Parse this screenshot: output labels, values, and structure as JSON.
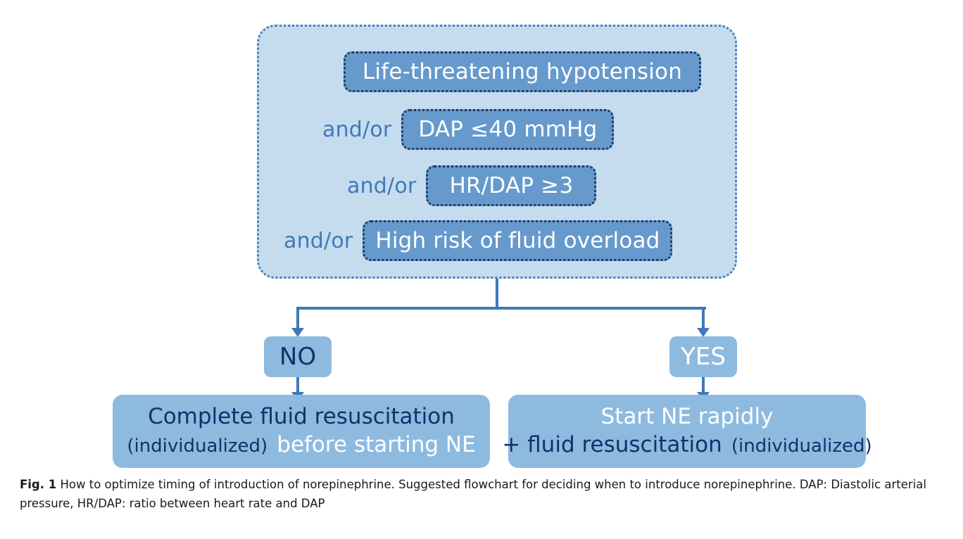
{
  "figure": {
    "criteria_group": {
      "rows": [
        {
          "connector": "",
          "label": "Life-threatening hypotension"
        },
        {
          "connector": "and/or",
          "label": "DAP ≤40 mmHg"
        },
        {
          "connector": "and/or",
          "label": "HR/DAP ≥3"
        },
        {
          "connector": "and/or",
          "label": "High risk of fluid overload"
        }
      ]
    },
    "decisions": {
      "no_label": "NO",
      "yes_label": "YES"
    },
    "outcomes": {
      "left": {
        "line1": "Complete fluid resuscitation",
        "line2_part1": "(individualized)",
        "line2_part2": "before starting NE"
      },
      "right": {
        "line1": "Start NE rapidly",
        "line2_part1": "+ fluid resuscitation",
        "line2_part2": "(individualized)"
      }
    },
    "caption": {
      "label": "Fig. 1",
      "text": "How to optimize timing of introduction of norepinephrine. Suggested flowchart for deciding when to introduce norepinephrine. DAP: Diastolic arterial pressure, HR/DAP: ratio between heart rate and DAP"
    },
    "colors": {
      "container_fill": "#c5dcef",
      "container_border": "#4a7ebb",
      "criteria_fill": "#6699cc",
      "criteria_border": "#1f3864",
      "chip_fill": "#8ebae0",
      "connector": "#3f79b8",
      "navy_text": "#15306b",
      "andor_text": "#3f79b8"
    }
  }
}
